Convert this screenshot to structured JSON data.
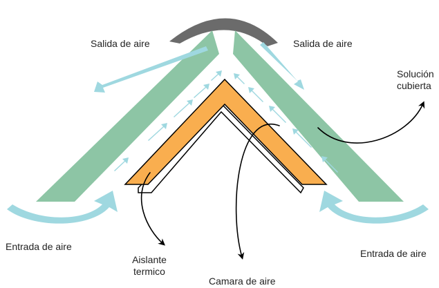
{
  "labels": {
    "salida_left": "Salida de aire",
    "salida_right": "Salida de aire",
    "solucion_line1": "Solución",
    "solucion_line2": "cubierta",
    "entrada_left": "Entrada de aire",
    "entrada_right": "Entrada de aire",
    "aislante_line1": "Aislante",
    "aislante_line2": "termico",
    "camara": "Camara de aire"
  },
  "colors": {
    "roof_panel": "#8dc5a5",
    "insulation": "#f9ae4f",
    "air_arrow": "#9fd8e0",
    "ridge_cap": "#6b6b6b",
    "outline": "#000000",
    "text": "#222222"
  },
  "icons": {
    "airflow_arrows": "light-blue-arrow",
    "callout_arrows": "black-curved-arrow"
  }
}
